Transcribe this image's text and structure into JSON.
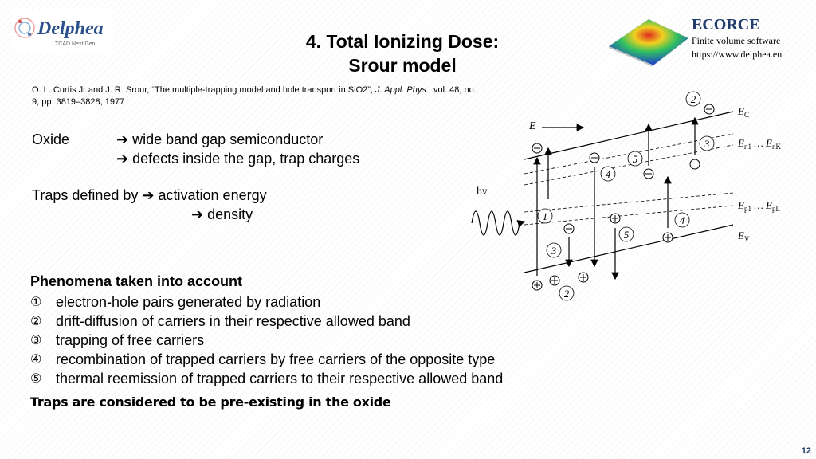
{
  "header": {
    "logo_text": "Delphea",
    "logo_tagline": "TCAD Next Gen",
    "title_line1": "4. Total Ionizing Dose:",
    "title_line2": "Srour model",
    "ecorce_name": "ECORCE",
    "ecorce_desc": "Finite volume software",
    "ecorce_url": "https://www.delphea.eu"
  },
  "reference": {
    "authors": "O. L. Curtis Jr and J. R. Srour, “The multiple-trapping model and hole transport in SiO2”,",
    "journal": "J. Appl. Phys.",
    "details": ", vol. 48, no. 9, pp. 3819–3828, 1977"
  },
  "oxide": {
    "label": "Oxide",
    "line1": " wide band gap semiconductor",
    "line2": " defects inside the gap, trap charges",
    "traps_label": "Traps defined by ",
    "traps_line1": " activation energy",
    "traps_line2": " density"
  },
  "phenomena": {
    "title": "Phenomena taken into account",
    "items": [
      {
        "num": "①",
        "text": "electron-hole pairs generated by radiation"
      },
      {
        "num": "②",
        "text": "drift-diffusion of carriers in their respective allowed band"
      },
      {
        "num": "③",
        "text": "trapping of free carriers"
      },
      {
        "num": "④",
        "text": "recombination of trapped carriers by free carriers of the opposite type"
      },
      {
        "num": "⑤",
        "text": "thermal reemission of trapped carriers to their respective allowed band"
      }
    ]
  },
  "note": "Traps are considered to be pre-existing in the oxide",
  "page_number": "12",
  "diagram": {
    "E": "E",
    "hv": "hν",
    "Ec": "E",
    "Ec_sub": "C",
    "En": "E",
    "En_sub1": "n1",
    "En_dots": " … E",
    "En_sub2": "nK",
    "Ep": "E",
    "Ep_sub1": "p1",
    "Ep_dots": " … E",
    "Ep_sub2": "pL",
    "Ev": "E",
    "Ev_sub": "V",
    "markers": [
      "1",
      "2",
      "3",
      "4",
      "5",
      "2",
      "3",
      "4",
      "5"
    ]
  },
  "colors": {
    "title_blue": "#1f3b6b"
  }
}
